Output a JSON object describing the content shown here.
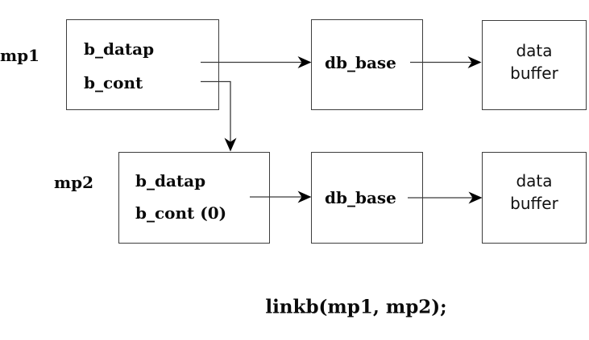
{
  "nodes": {
    "mp1": {
      "label": "mp1",
      "fields": [
        "b_datap",
        "b_cont"
      ]
    },
    "mp2": {
      "label": "mp2",
      "fields": [
        "b_datap",
        "b_cont (0)"
      ]
    },
    "db_base_top": {
      "label": "db_base"
    },
    "db_base_bottom": {
      "label": "db_base"
    },
    "data_buffer_top": {
      "line1": "data",
      "line2": "buffer"
    },
    "data_buffer_bottom": {
      "line1": "data",
      "line2": "buffer"
    }
  },
  "caption": "linkb(mp1, mp2);",
  "colors": {
    "border": "#3d3d3d",
    "line": "#3a3a3a",
    "arrowhead": "#000000",
    "text": "#0a0a0a",
    "background": "#ffffff"
  }
}
